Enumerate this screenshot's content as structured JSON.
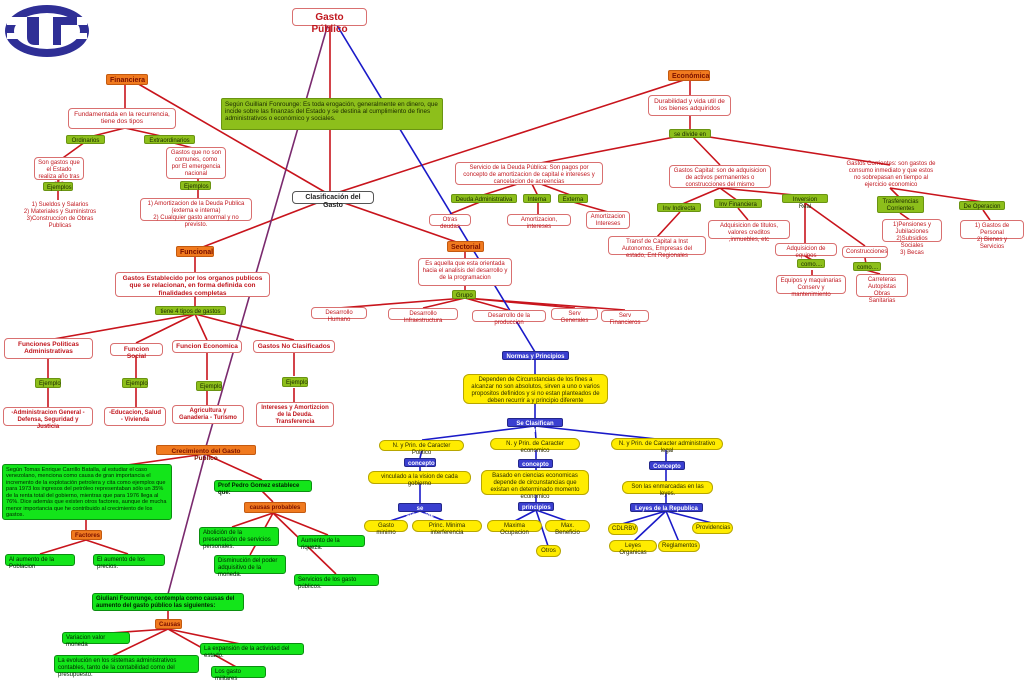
{
  "title": "Gasto Público",
  "definition": "Según Guilliani Fonrounge: Es toda erogación, generalmente en dinero, que incide sobre las finanzas del Estado y se destina al cumplimiento de fines administrativos o económico y sociales.",
  "clasificacion": "Clasificación del Gasto",
  "financiera": {
    "label": "Financiera",
    "desc": "Fundamentada en la recurrencia, tiene dos tipos",
    "ordinarios": "Ordinarios",
    "extraordinarios": "Extraordinarios",
    "ord_desc": "Son gastos que el Estado realiza año tras año",
    "ext_desc": "Gastos que no son comunes, como por El emergencia nacional",
    "ejemplos1": "Ejemplos",
    "ejemplos2": "Ejemplos",
    "ord_ej": "1) Sueldos y Salarios\n2) Materiales y Suministros\n3)Construccion de Obras Publicas",
    "ext_ej": "1) Amortizacion de la Deuda Publica (externa e interna)\n2) Cualquier gasto anormal y no previsto."
  },
  "economica": {
    "label": "Económica",
    "desc": "Durabilidad y vida util de los bienes adquiridos",
    "divide": "se divide en",
    "servicio": "Servicio de la Deuda Pública: Son pagos por concepto de amortizacion de capital e intereses y cancelacion de acreencias",
    "capital": "Gastos Capital: son de adquisicion de activos permanentes o construcciones del mismo",
    "corrientes": "Gastos Corrientes: son gastos de consumo inmediato y que estos no sobrepasan en tiempo al ejercicio economico",
    "deuda_adm": "Deuda Administrativa",
    "interna": "Interna",
    "externa": "Externa",
    "otras_deudas": "Otras deudas",
    "amort_int": "Amortizacion, intereses",
    "amort_int2": "Amortizacion Intereses",
    "inv_ind": "Inv Indirecta",
    "inv_fin": "Inv Financiera",
    "inv_real": "Inversion Real",
    "transf": "Trasferencias Corrientes",
    "de_oper": "De Operacion",
    "transf_capital": "Transf de Capital a Inst Autonomos, Empresas del estado, Ent Regionales",
    "adq_titulos": "Adquisicion de titulos, valores creditos ,inmuebles, etc",
    "adq_equipos": "Adquisicion de equipos",
    "construcciones": "Construcciones",
    "como1": "como....",
    "como2": "como....",
    "equipos": "Equipos y maquinarias Conserv y mantenimiento",
    "carreteras": "Carreteras Autopistas Obras Sanitarias",
    "pensiones": "1)Pensiones y Jubilaciones\n2)Subsidios Sociales\n3) Becas",
    "personal": "1) Gastos de Personal\n2) Bienes y Servicios"
  },
  "sectorial": {
    "label": "Sectorial",
    "desc": "Es aquella que esta orientada hacia el analisis del desarrollo y de la programacion",
    "grupo": "Grupo",
    "items": [
      "Desarrollo Humano",
      "Desarrollo Infraestructura",
      "Desarrollo de la produccion",
      "Serv Generales",
      "Serv Financieros"
    ]
  },
  "funcional": {
    "label": "Funcional",
    "desc": "Gastos Establecido por los organos publicos que se relacionan, en forma definida con finalidades completas",
    "tiene": "tiene 4 tipos de gastos",
    "types": [
      "Funciones Politicas Administrativas",
      "Funcion Social",
      "Funcion Economica",
      "Gastos No Clasificados"
    ],
    "ejemplo": "Ejemplo",
    "examples": [
      "-Administracion General - Defensa, Seguridad y Justicia",
      "-Educacion, Salud - Vivienda",
      "Agricultura y Ganaderia - Turismo",
      "Intereses y Amortizcion de la Deuda. Transferencia"
    ]
  },
  "normas": {
    "label": "Normas y Principios",
    "desc": "Dependen de Circunstancias de los fines a alcanzar no son absolutos, sirven a uno o varios propositos definidos y si no estan planteados de deben recurrir a y principio diferente",
    "clasifican": "Se Clasifican en:",
    "politico": "N. y Prin. de Caracter Politico",
    "economico": "N. y Prin. de Caracter economico",
    "legal": "N. y Prin. de Caracter administrativo legal",
    "concepto1": "concepto",
    "concepto2": "concepto",
    "concepto3": "Concepto",
    "vinculado": "vinculado a la vision de cada gobierno",
    "basado": "Basado en ciencias economicas depende de circunstancias que existan en determinado momento economico",
    "enmarcadas": "Son las enmarcadas en las leyes.",
    "subdivide": "se subdivide",
    "principios": "principios",
    "leyes": "Leyes de la Republica",
    "gasto_minimo": "Gasto minimo",
    "minima_interf": "Princ. Minima interferencia",
    "maxima_ocup": "Maxima Ocupacion",
    "max_beneficio": "Max. Beneficio",
    "otros": "Otros",
    "cdlrbv": "CDLRBV",
    "organicas": "Leyes Organicas",
    "reglamentos": "Reglamentos",
    "providencias": "Providencias"
  },
  "crecimiento": {
    "label": "Crecimiento del Gasto Publico",
    "carrillo": "Según Tomas Enrique Carrillo Batalla, al estudiar el caso venezolano, menciona como causa de gran importancia el incremento de la explotación petrolera y cita como ejemplos que para 1973 los ingresos del petróleo representaban sólo un 35% de la renta total del gobierno, mientras que para 1976 llega al 76%. Dice además que existen otros factores, aunque de mucha menor importancia que he contribuido al crecimiento de los gastos.",
    "factores": "Factores",
    "aumento_poblacion": "Al aumento de la Poblacion",
    "aumento_precios": "El aumento de los precios.",
    "gomez": "Prof Pedro Gomez establece que:",
    "causas_probables": "causas probables",
    "abolicion": "Abolición de la presentación de servicios personales.",
    "aumento_riqueza": "Aumento de la riqueza.",
    "disminucion": "Disminución del poder adquisitivo de la moneda.",
    "servicios": "Servicios de los gasto públicos.",
    "guiliani": "Giuliani Founrunge, contempla como causas del aumento del gasto público las siguientes:",
    "causas": "Causas",
    "variacion": "Variacion valor moneda",
    "expansion": "La expansión de la actividad del estado.",
    "evolucion": "La evolución en los sistemas administrativos contables, tanto de la contabilidad como del presupuesto.",
    "militares": "Los gasto militares"
  },
  "logo": {
    "color": "#2f2f96"
  },
  "colors": {
    "red_line": "#c8141c",
    "blue_line": "#1a1ac8",
    "purple_line": "#7a2a6e"
  }
}
